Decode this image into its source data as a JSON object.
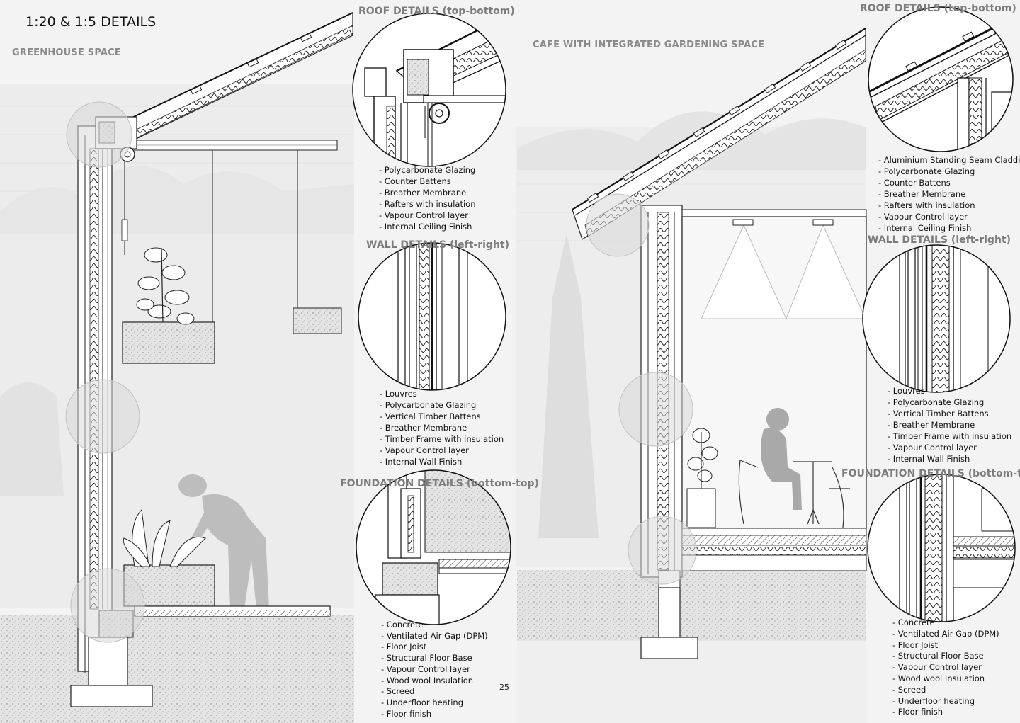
{
  "title": "1:20 & 1:5 DETAILS",
  "page_number": "25",
  "left_panel": {
    "space_title": "GREENHOUSE  SPACE",
    "roof": {
      "heading": "ROOF DETAILS (top-bottom)",
      "items": [
        "- Polycarbonate Glazing",
        "- Counter Battens",
        "- Breather Membrane",
        "- Rafters with insulation",
        "- Vapour Control layer",
        "- Internal Ceiling Finish"
      ]
    },
    "wall": {
      "heading": "WALL DETAILS (left-right)",
      "items": [
        "- Louvres",
        "- Polycarbonate Glazing",
        "- Vertical Timber  Battens",
        "- Breather Membrane",
        "- Timber Frame with insulation",
        "- Vapour Control layer",
        "- Internal Wall Finish"
      ]
    },
    "foundation": {
      "heading": "FOUNDATION DETAILS (bottom-top)",
      "items": [
        "- Concrete",
        "- Ventilated Air Gap (DPM)",
        "- Floor Joist",
        "- Structural Floor Base",
        "- Vapour Control layer",
        "- Wood wool Insulation",
        "- Screed",
        "- Underfloor heating",
        "- Floor finish"
      ]
    }
  },
  "right_panel": {
    "space_title": "CAFE WITH INTEGRATED GARDENING SPACE",
    "roof": {
      "heading": "ROOF DETAILS (top-bottom)",
      "items": [
        "- Aluminium Standing Seam Cladding",
        "- Polycarbonate Glazing",
        "- Counter Battens",
        "-  Breather Membrane",
        "- Rafters with insulation",
        "- Vapour Control layer",
        "- Internal Ceiling Finish"
      ]
    },
    "wall": {
      "heading": "WALL DETAILS (left-right)",
      "items": [
        "- Louvres",
        "- Polycarbonate Glazing",
        "- Vertical Timber  Battens",
        "- Breather Membrane",
        "- Timber Frame with insulation",
        "- Vapour Control layer",
        "- Internal Wall Finish"
      ]
    },
    "foundation": {
      "heading": "FOUNDATION DETAILS (bottom-top)",
      "items": [
        "- Concrete",
        "- Ventilated Air Gap (DPM)",
        "- Floor Joist",
        "- Structural Floor Base",
        "- Vapour Control layer",
        "- Wood wool Insulation",
        "- Screed",
        "- Underfloor heating",
        "- Floor finish"
      ]
    }
  }
}
